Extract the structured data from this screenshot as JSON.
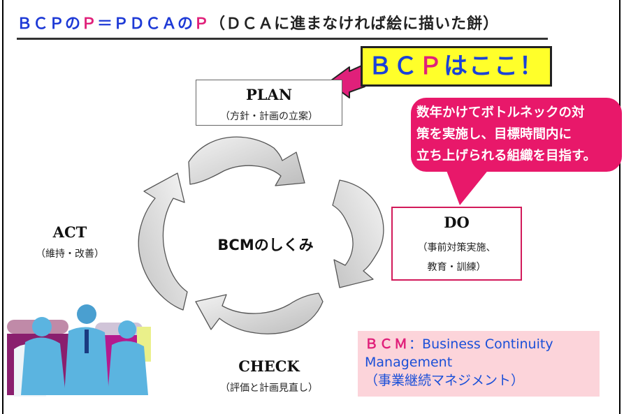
{
  "title": {
    "part1": "ＢＣＰの",
    "part2": "Ｐ",
    "part3": "＝ＰＤＣＡの",
    "part4": "Ｐ",
    "part5": "（ＤＣＡに進まなければ絵に描いた餅）"
  },
  "callout": {
    "bc": "ＢＣ",
    "p": "Ｐ",
    "rest": "はここ！"
  },
  "plan": {
    "label": "PLAN",
    "sub": "（方針・計画の立案）"
  },
  "do": {
    "label": "DO",
    "sub1": "（事前対策実施、",
    "sub2": "教育・訓練）"
  },
  "act": {
    "label": "ACT",
    "sub": "（維持・改善）"
  },
  "check": {
    "label": "CHECK",
    "sub": "（評価と計画見直し）"
  },
  "center": {
    "label": "BCMのしくみ"
  },
  "speech": {
    "line1": "数年かけてボトルネックの対",
    "line2": "策を実施し、目標時間内に",
    "line3": "立ち上げられる組織を目指す。"
  },
  "bcm_def": {
    "abbr": "ＢＣＭ",
    "colon": "：",
    "line1_rest": "Business Continuity",
    "line2": "Management",
    "line3": "（事業継続マネジメント）"
  },
  "colors": {
    "blue": "#1e3ad6",
    "pink": "#e0207a",
    "yellow": "#ffff2a",
    "speech": "#e8186a",
    "def_bg": "#fcd4da",
    "figures": "#5bb4e0"
  },
  "icons": [
    "cycle-arrow-icon",
    "pointer-arrow-icon",
    "meeting-people-illustration"
  ]
}
